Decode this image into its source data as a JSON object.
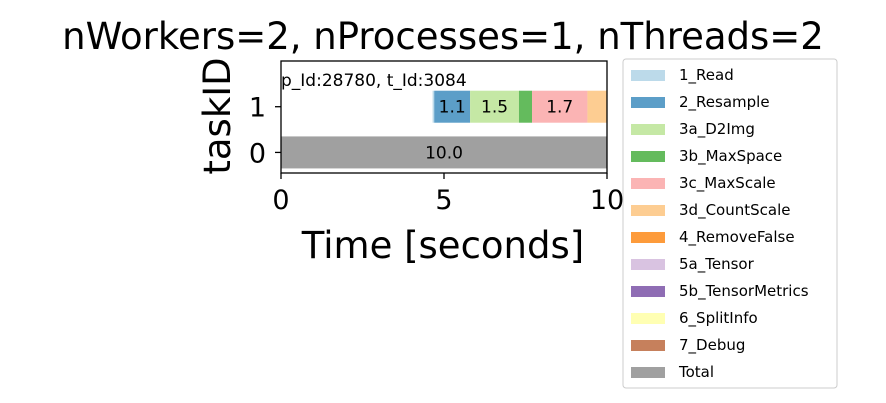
{
  "chart_data": {
    "type": "bar",
    "orientation": "horizontal",
    "stacked": true,
    "title": "nWorkers=2, nProcesses=1, nThreads=2",
    "xlabel": "Time [seconds]",
    "ylabel": "taskID",
    "xlim": [
      0,
      10
    ],
    "ylim": [
      -0.45,
      2.0
    ],
    "x_ticks": [
      0,
      5,
      10
    ],
    "y_ticks": [
      0,
      1
    ],
    "annotation": "p_Id:28780, t_Id:3084",
    "grid": false,
    "legend_position": "right",
    "legend": [
      {
        "name": "1_Read",
        "color": "#bcdaea"
      },
      {
        "name": "2_Resample",
        "color": "#5c9ec8"
      },
      {
        "name": "3a_D2Img",
        "color": "#c5e8a5"
      },
      {
        "name": "3b_MaxSpace",
        "color": "#64bb5d"
      },
      {
        "name": "3c_MaxScale",
        "color": "#fbb4b4"
      },
      {
        "name": "3d_CountScale",
        "color": "#fdcd92"
      },
      {
        "name": "4_RemoveFalse",
        "color": "#fd9b3b"
      },
      {
        "name": "5a_Tensor",
        "color": "#d9c3e1"
      },
      {
        "name": "5b_TensorMetrics",
        "color": "#8f6db4"
      },
      {
        "name": "6_SplitInfo",
        "color": "#ffffb3"
      },
      {
        "name": "7_Debug",
        "color": "#c6805c"
      },
      {
        "name": "Total",
        "color": "#a0a0a0"
      }
    ],
    "bars": [
      {
        "task": 0,
        "stage": "Total",
        "start": 0.0,
        "duration": 10.0,
        "label": "10.0"
      },
      {
        "task": 1,
        "stage": "1_Read",
        "start": 4.65,
        "duration": 0.05,
        "label": ""
      },
      {
        "task": 1,
        "stage": "2_Resample",
        "start": 4.7,
        "duration": 1.1,
        "label": "1.1"
      },
      {
        "task": 1,
        "stage": "3a_D2Img",
        "start": 5.8,
        "duration": 1.5,
        "label": "1.5"
      },
      {
        "task": 1,
        "stage": "3b_MaxSpace",
        "start": 7.3,
        "duration": 0.4,
        "label": ""
      },
      {
        "task": 1,
        "stage": "3c_MaxScale",
        "start": 7.7,
        "duration": 1.7,
        "label": "1.7"
      },
      {
        "task": 1,
        "stage": "3d_CountScale",
        "start": 9.4,
        "duration": 0.8,
        "label": ""
      }
    ]
  }
}
